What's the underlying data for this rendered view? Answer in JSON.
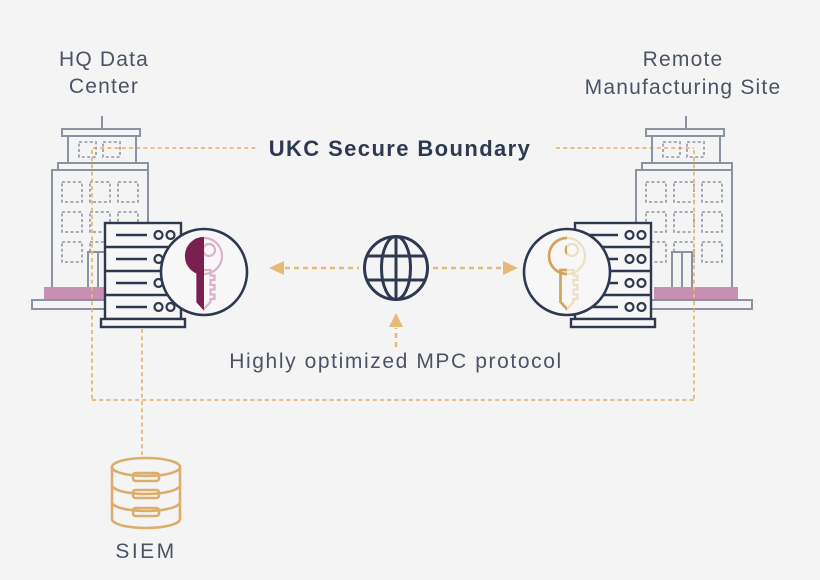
{
  "colors": {
    "bg": "#f4f4f5",
    "navy": "#2e3950",
    "text": "#4b5365",
    "gold": "#e6b975",
    "gold_deep": "#dcae6c",
    "building": "#8b93a2",
    "window": "#9aa2b0",
    "pink": "#c78fb2",
    "maroon": "#7a2050",
    "maroon_light": "#d9b2c8",
    "goldkey": "#d3a660",
    "goldkey_light": "#ebdfc4"
  },
  "nodes": {
    "hq": {
      "label_line1": "HQ Data",
      "label_line2": "Center"
    },
    "remote": {
      "label_line1": "Remote",
      "label_line2": "Manufacturing Site"
    },
    "siem": {
      "label": "SIEM"
    }
  },
  "boundary": {
    "title": "UKC Secure Boundary"
  },
  "network": {
    "caption": "Highly optimized MPC protocol"
  },
  "icons": {
    "hq_building": "office-building",
    "remote_building": "office-building",
    "hq_rack": "server-rack",
    "remote_rack": "server-rack",
    "hq_key": "key-share-dark",
    "remote_key": "key-share-gold",
    "globe": "internet-globe",
    "siem": "database-cylinder"
  }
}
